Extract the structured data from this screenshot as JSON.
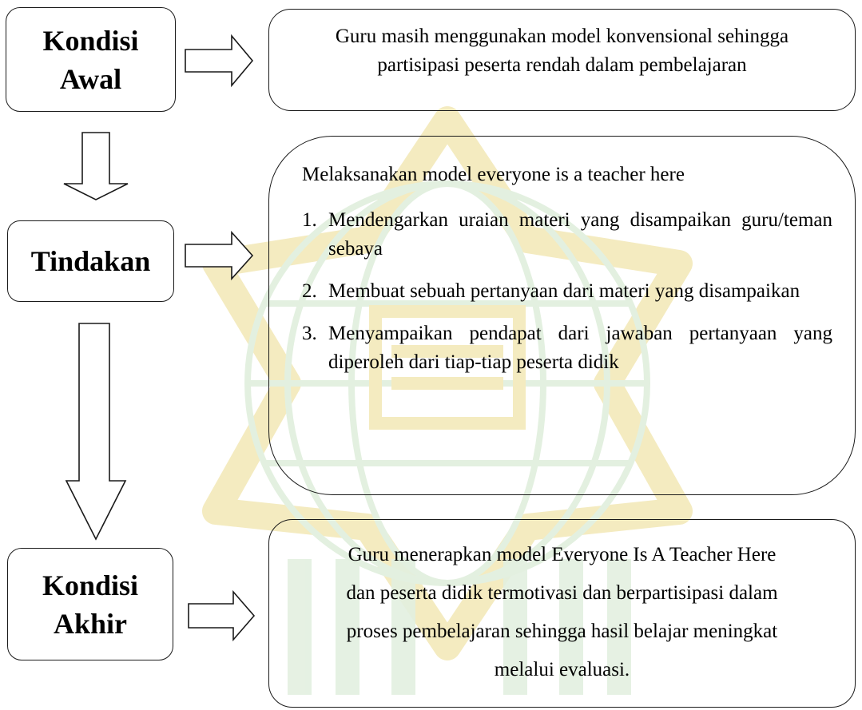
{
  "steps": {
    "awal": {
      "label_line1": "Kondisi",
      "label_line2": "Awal",
      "text_line1": "Guru masih menggunakan model konvensional sehingga",
      "text_line2": "partisipasi peserta rendah dalam pembelajaran"
    },
    "tindakan": {
      "label": "Tindakan",
      "intro": "Melaksanakan model everyone is a teacher here",
      "items": [
        {
          "num": "1.",
          "text": "Mendengarkan uraian materi yang disampaikan guru/teman sebaya"
        },
        {
          "num": "2.",
          "text": "Membuat sebuah pertanyaan dari materi yang disampaikan"
        },
        {
          "num": "3.",
          "text": "Menyampaikan pendapat dari jawaban pertanyaan yang diperoleh dari tiap-tiap peserta didik"
        }
      ]
    },
    "akhir": {
      "label_line1": "Kondisi",
      "label_line2": "Akhir",
      "lines": [
        "Guru menerapkan model Everyone Is A Teacher Here",
        "dan peserta didik termotivasi dan berpartisipasi dalam",
        "proses pembelajaran sehingga hasil belajar meningkat",
        "melalui evaluasi."
      ]
    }
  },
  "colors": {
    "watermark_green": "#e3f0e0",
    "watermark_gold": "#f4ebc0",
    "line": "#1a1a1a"
  }
}
